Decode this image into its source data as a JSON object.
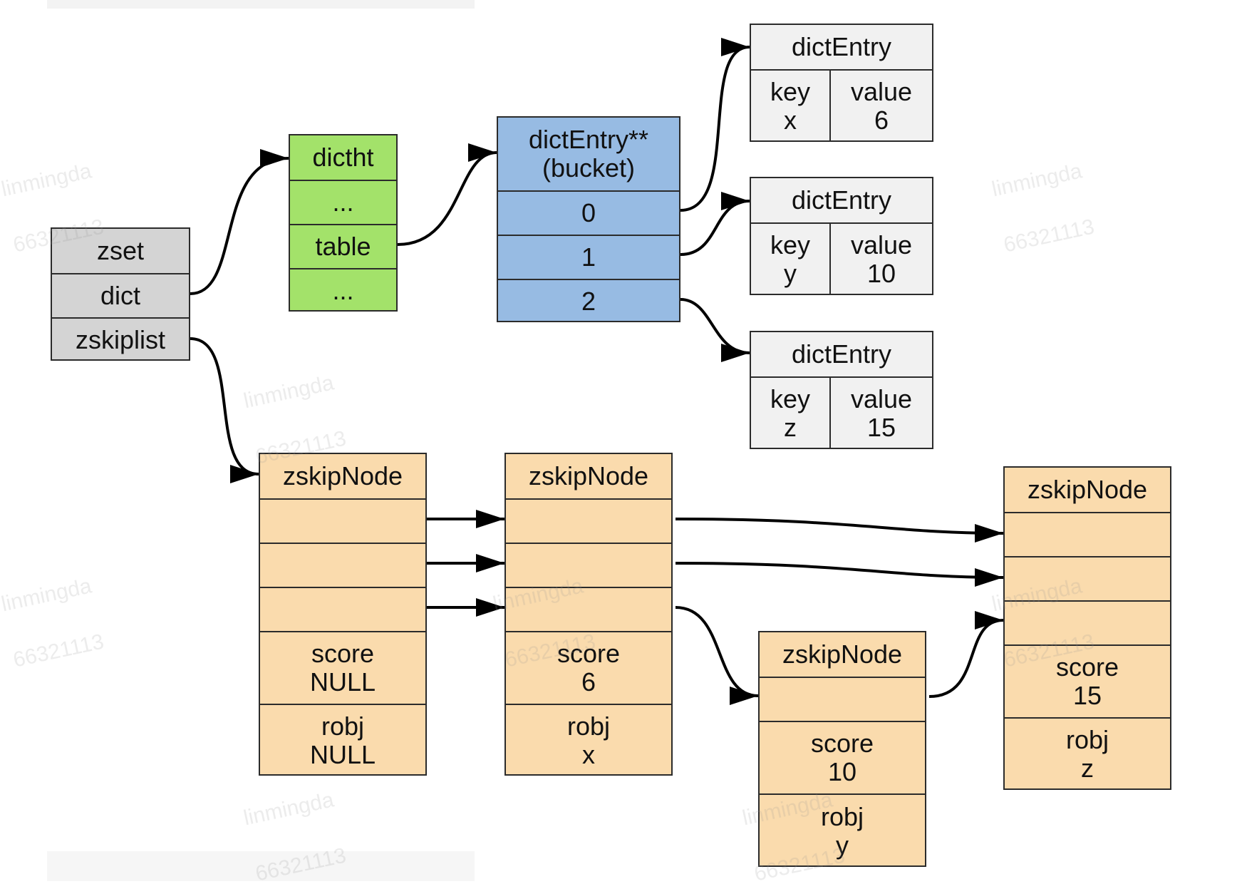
{
  "zset": {
    "rows": [
      "zset",
      "dict",
      "zskiplist"
    ]
  },
  "dictht": {
    "rows": [
      "dictht",
      "...",
      "table",
      "..."
    ]
  },
  "bucket": {
    "header": "dictEntry**\n(bucket)",
    "rows": [
      "0",
      "1",
      "2"
    ]
  },
  "dict_entries": [
    {
      "title": "dictEntry",
      "key_label": "key",
      "key": "x",
      "value_label": "value",
      "value": "6"
    },
    {
      "title": "dictEntry",
      "key_label": "key",
      "key": "y",
      "value_label": "value",
      "value": "10"
    },
    {
      "title": "dictEntry",
      "key_label": "key",
      "key": "z",
      "value_label": "value",
      "value": "15"
    }
  ],
  "skip_nodes": [
    {
      "title": "zskipNode",
      "score_label": "score",
      "score": "NULL",
      "robj_label": "robj",
      "robj": "NULL"
    },
    {
      "title": "zskipNode",
      "score_label": "score",
      "score": "6",
      "robj_label": "robj",
      "robj": "x"
    },
    {
      "title": "zskipNode",
      "score_label": "score",
      "score": "10",
      "robj_label": "robj",
      "robj": "y"
    },
    {
      "title": "zskipNode",
      "score_label": "score",
      "score": "15",
      "robj_label": "robj",
      "robj": "z"
    }
  ],
  "watermark": {
    "name": "linmingda",
    "id": "66321113"
  },
  "colors": {
    "zset": "#d4d4d4",
    "dictht": "#a3e26a",
    "bucket": "#97bbe3",
    "dict_entry": "#f1f1f1",
    "skip_node": "#fadbad",
    "stroke": "#2b2b2b",
    "arrow": "#000000"
  }
}
